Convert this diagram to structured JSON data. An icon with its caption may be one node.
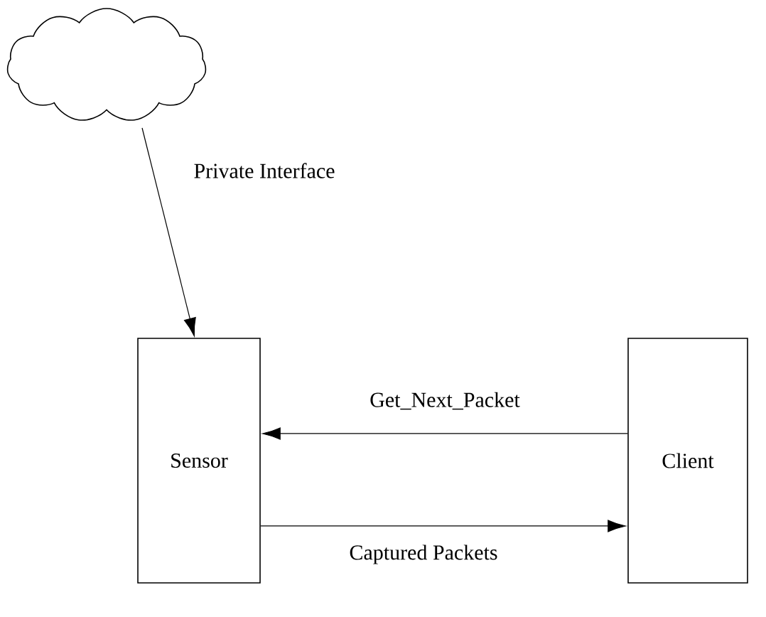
{
  "diagram": {
    "nodes": [
      {
        "text": [],
        "shape": "cloud"
      },
      {
        "text": [
          "Sensor"
        ]
      },
      {
        "text": [
          "Client"
        ]
      }
    ],
    "edges": [
      {
        "from": 0,
        "to": 1,
        "arrow": "to",
        "label": "Private Interface"
      },
      {
        "from": 2,
        "to": 1,
        "arrow": "to",
        "label": "Get_Next_Packet"
      },
      {
        "from": 1,
        "to": 2,
        "arrow": "to",
        "label": "Captured Packets"
      }
    ]
  }
}
